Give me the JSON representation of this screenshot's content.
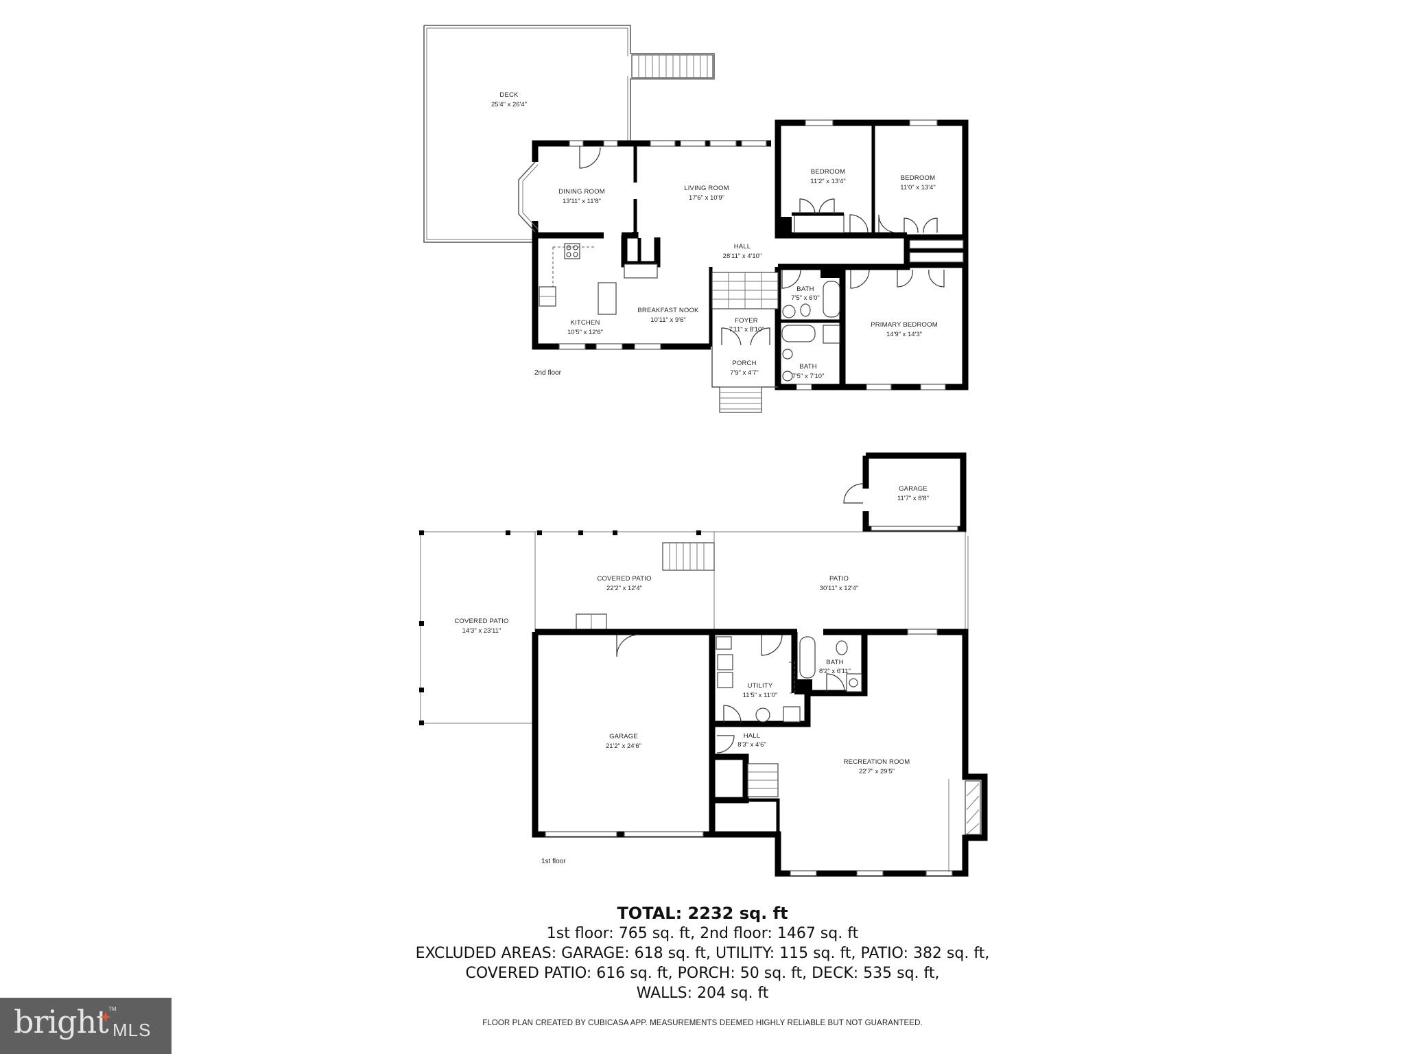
{
  "floors": {
    "second": {
      "label": "2nd floor",
      "rooms": [
        {
          "name": "DECK",
          "dims": "25'4\" x 26'4\""
        },
        {
          "name": "DINING ROOM",
          "dims": "13'11\" x 11'8\""
        },
        {
          "name": "LIVING ROOM",
          "dims": "17'6\" x 10'9\""
        },
        {
          "name": "BEDROOM",
          "dims": "11'2\" x 13'4\""
        },
        {
          "name": "BEDROOM",
          "dims": "11'0\" x 13'4\""
        },
        {
          "name": "HALL",
          "dims": "28'11\" x 4'10\""
        },
        {
          "name": "KITCHEN",
          "dims": "10'5\" x 12'6\""
        },
        {
          "name": "BREAKFAST NOOK",
          "dims": "10'11\" x 9'6\""
        },
        {
          "name": "FOYER",
          "dims": "7'11\" x 8'10\""
        },
        {
          "name": "BATH",
          "dims": "7'5\" x 6'0\""
        },
        {
          "name": "BATH",
          "dims": "7'5\" x 7'10\""
        },
        {
          "name": "PRIMARY BEDROOM",
          "dims": "14'9\" x 14'3\""
        },
        {
          "name": "PORCH",
          "dims": "7'9\" x 4'7\""
        }
      ]
    },
    "first": {
      "label": "1st floor",
      "rooms": [
        {
          "name": "GARAGE",
          "dims": "11'7\" x 8'8\""
        },
        {
          "name": "COVERED PATIO",
          "dims": "22'2\" x 12'4\""
        },
        {
          "name": "PATIO",
          "dims": "30'11\" x 12'4\""
        },
        {
          "name": "COVERED PATIO",
          "dims": "14'3\" x 23'11\""
        },
        {
          "name": "UTILITY",
          "dims": "11'5\" x 11'0\""
        },
        {
          "name": "BATH",
          "dims": "8'2\" x 6'11\""
        },
        {
          "name": "GARAGE",
          "dims": "21'2\" x 24'6\""
        },
        {
          "name": "HALL",
          "dims": "8'3\" x 4'6\""
        },
        {
          "name": "RECREATION ROOM",
          "dims": "22'7\" x 29'5\""
        }
      ]
    }
  },
  "summary": {
    "total": "TOTAL: 2232 sq. ft",
    "floors_line": "1st floor: 765 sq. ft, 2nd floor: 1467 sq. ft",
    "excluded_line1": "EXCLUDED AREAS: GARAGE: 618 sq. ft, UTILITY: 115 sq. ft, PATIO: 382 sq. ft,",
    "excluded_line2": "COVERED PATIO: 616 sq. ft, PORCH: 50 sq. ft, DECK: 535 sq. ft,",
    "excluded_line3": "WALLS: 204 sq. ft"
  },
  "disclaimer": "FLOOR PLAN CREATED BY CUBICASA APP. MEASUREMENTS DEEMED HIGHLY RELIABLE BUT NOT GUARANTEED.",
  "logo": {
    "brand": "bright",
    "tm": "TM",
    "suffix": "MLS",
    "bg_color": "#5f5f5f",
    "accent_color": "#e4572e"
  }
}
